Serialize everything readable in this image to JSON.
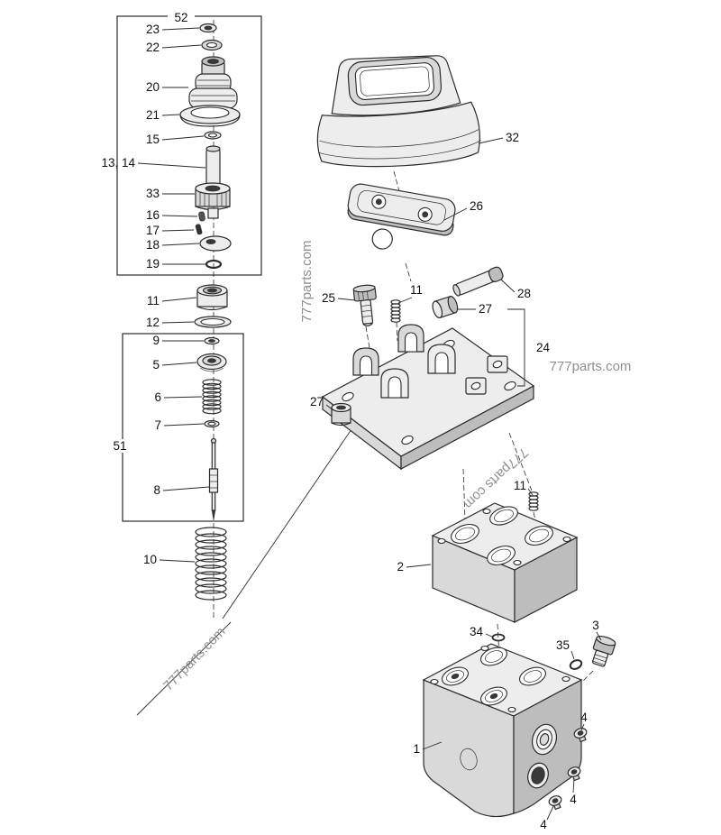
{
  "colors": {
    "background": "#ffffff",
    "line": "#2b2b2b",
    "watermark": "#8f8f8f"
  },
  "diagram": {
    "watermarks": {
      "left_vertical": {
        "text": "777parts.com"
      },
      "right": {
        "text": "777parts.com"
      },
      "center_rotated": {
        "text": "777parts com"
      },
      "bottom_diagonal": {
        "text": "777parts.com"
      }
    },
    "labels": {
      "52": {
        "text": "52"
      },
      "23": {
        "text": "23"
      },
      "22": {
        "text": "22"
      },
      "20": {
        "text": "20"
      },
      "21": {
        "text": "21"
      },
      "15": {
        "text": "15"
      },
      "13_14": {
        "text": "13, 14"
      },
      "33": {
        "text": "33"
      },
      "16": {
        "text": "16"
      },
      "17": {
        "text": "17"
      },
      "18": {
        "text": "18"
      },
      "19": {
        "text": "19"
      },
      "11a": {
        "text": "11"
      },
      "12": {
        "text": "12"
      },
      "9": {
        "text": "9"
      },
      "5": {
        "text": "5"
      },
      "6": {
        "text": "6"
      },
      "7": {
        "text": "7"
      },
      "51": {
        "text": "51"
      },
      "8": {
        "text": "8"
      },
      "10": {
        "text": "10"
      },
      "32": {
        "text": "32"
      },
      "26": {
        "text": "26"
      },
      "25": {
        "text": "25"
      },
      "11b": {
        "text": "11"
      },
      "28": {
        "text": "28"
      },
      "27a": {
        "text": "27"
      },
      "24": {
        "text": "24"
      },
      "27b": {
        "text": "27"
      },
      "11c": {
        "text": "11"
      },
      "2": {
        "text": "2"
      },
      "34": {
        "text": "34"
      },
      "3": {
        "text": "3"
      },
      "35": {
        "text": "35"
      },
      "1": {
        "text": "1"
      },
      "4a": {
        "text": "4"
      },
      "4b": {
        "text": "4"
      },
      "4c": {
        "text": "4"
      }
    }
  }
}
